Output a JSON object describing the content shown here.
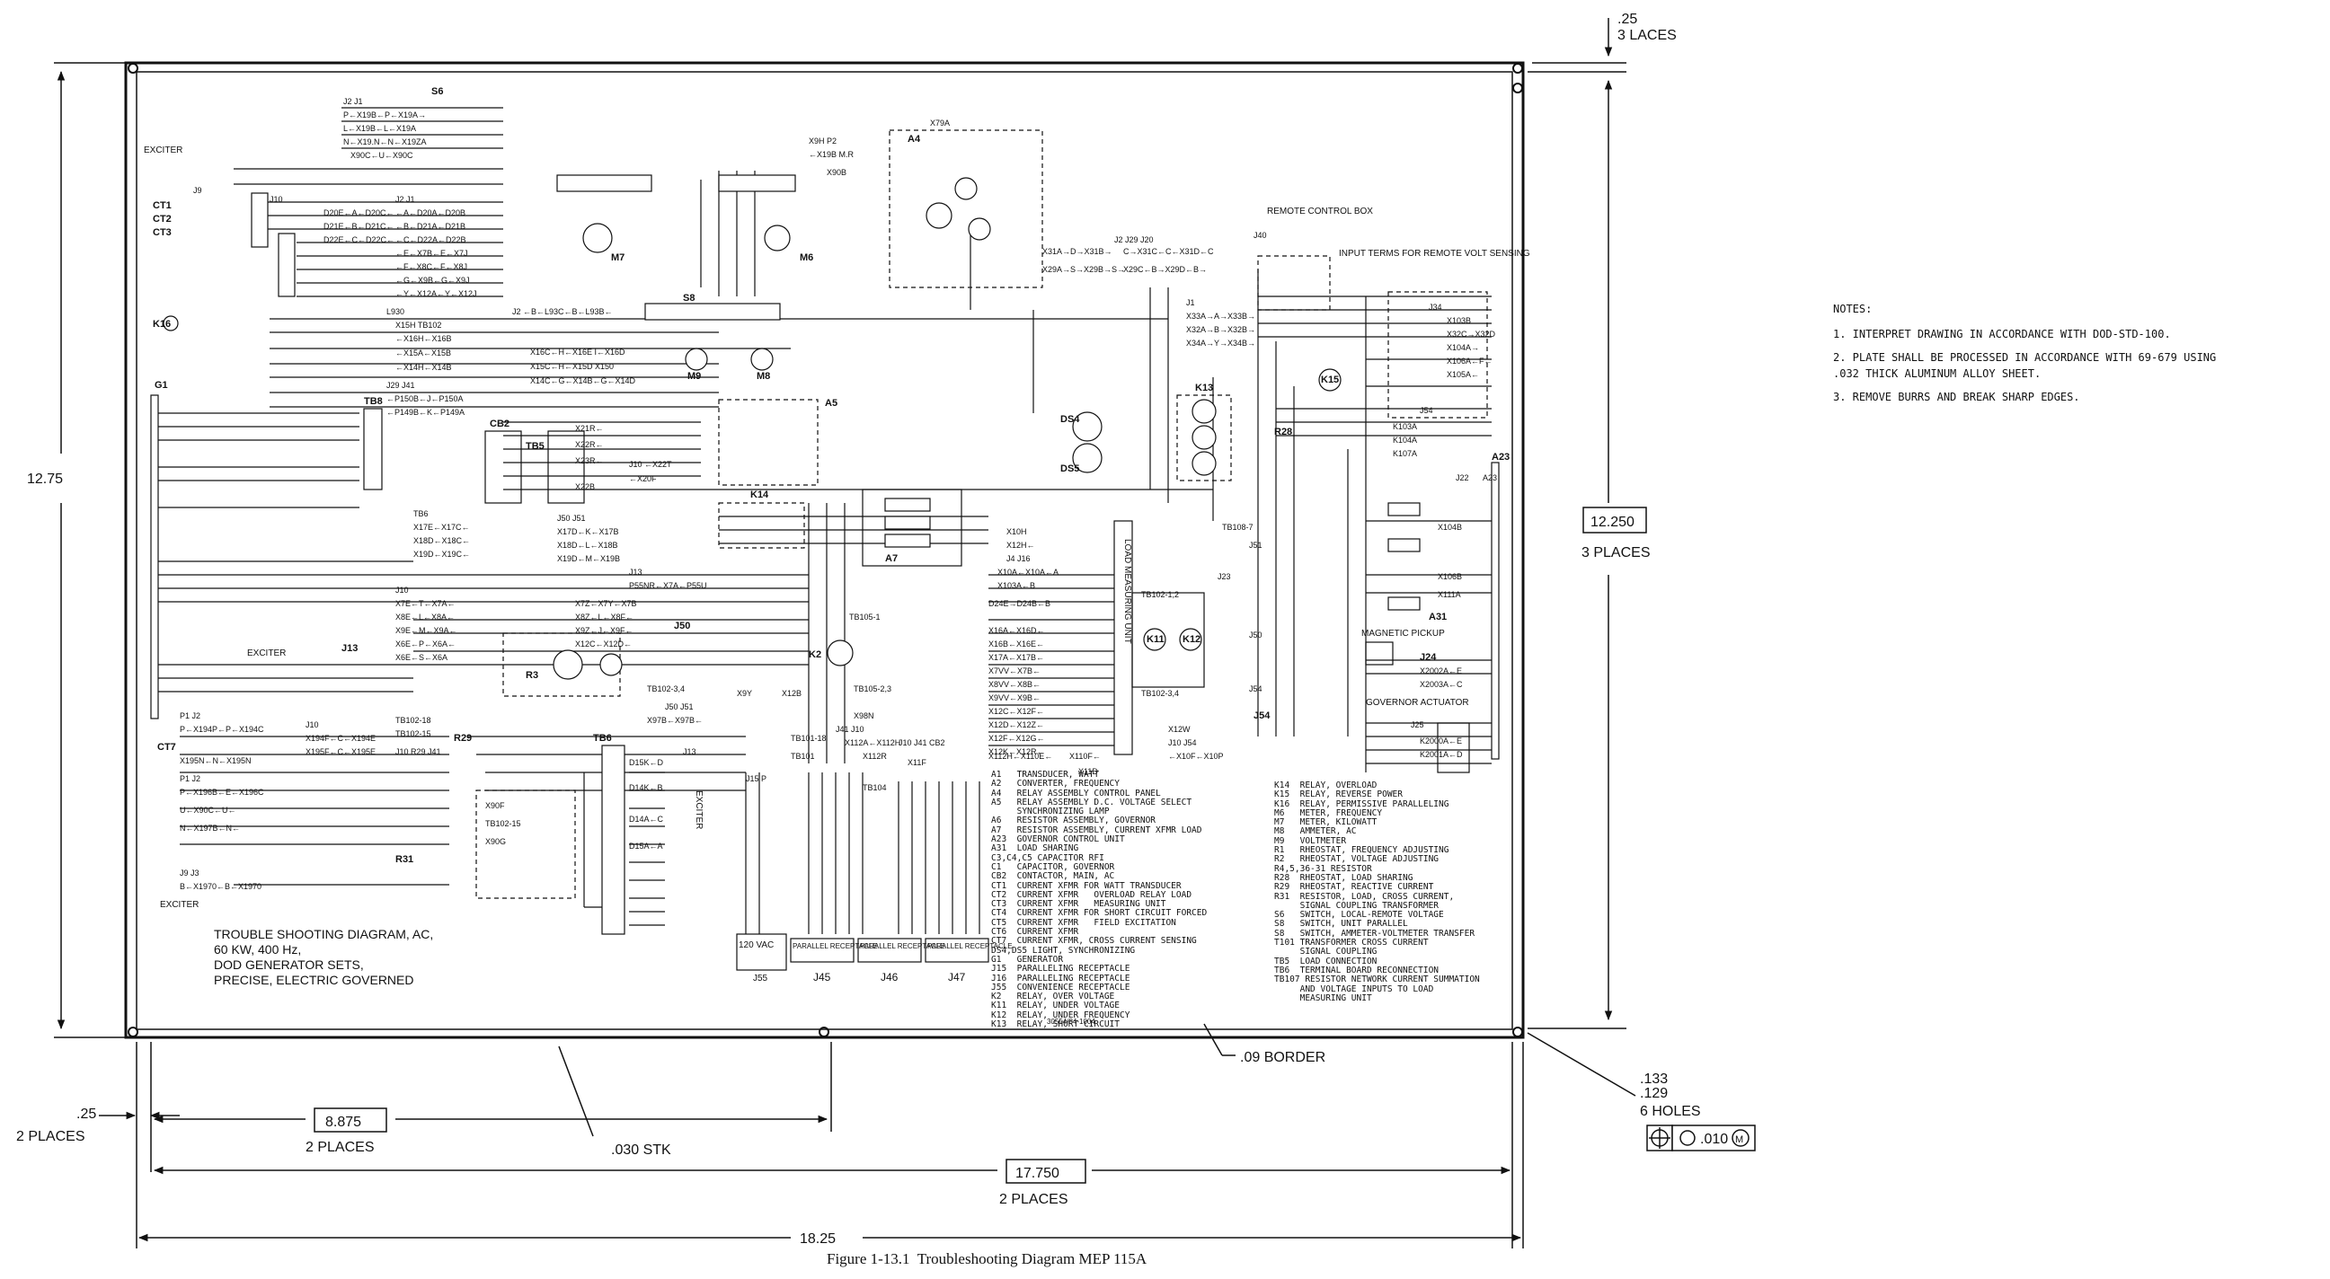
{
  "caption": "Figure 1-13.1  Troubleshooting Diagram MEP 115A",
  "title_block": {
    "lines": [
      "TROUBLE SHOOTING DIAGRAM, AC,",
      "60 KW, 400 Hz,",
      "DOD GENERATOR SETS,",
      "PRECISE, ELECTRIC GOVERNED"
    ]
  },
  "notes": {
    "heading": "NOTES:",
    "items": [
      "1.  INTERPRET DRAWING IN ACCORDANCE WITH DOD-STD-100.",
      "2.  PLATE SHALL BE PROCESSED IN ACCORDANCE WITH 69-679 USING",
      "     .032 THICK ALUMINUM ALLOY SHEET.",
      "3.  REMOVE BURRS AND BREAK SHARP EDGES."
    ]
  },
  "dimensions": {
    "laces_value": ".25",
    "laces_label": "3  LACES",
    "height_total": "12.75",
    "inner_height": "12.250",
    "inner_height_note": "3 PLACES",
    "left_margin": ".25",
    "left_margin_note": "2 PLACES",
    "half_width": "8.875",
    "half_width_note": "2 PLACES",
    "inner_width": "17.750",
    "inner_width_note": "2 PLACES",
    "total_width": "18.25",
    "stk": ".030 STK",
    "border": ".09 BORDER",
    "hole_upper": ".133",
    "hole_lower": ".129",
    "hole_count": "6 HOLES",
    "tolerance": ".010",
    "tolerance_modifier": "M"
  },
  "components_left": [
    "A1   TRANSDUCER, WATT",
    "A2   CONVERTER, FREQUENCY",
    "A4   RELAY ASSEMBLY CONTROL PANEL",
    "A5   RELAY ASSEMBLY D.C. VOLTAGE SELECT",
    "     SYNCHRONIZING LAMP",
    "A6   RESISTOR ASSEMBLY, GOVERNOR",
    "A7   RESISTOR ASSEMBLY, CURRENT XFMR LOAD",
    "A23  GOVERNOR CONTROL UNIT",
    "A31  LOAD SHARING",
    "C3,C4,C5 CAPACITOR RFI",
    "C1   CAPACITOR, GOVERNOR",
    "CB2  CONTACTOR, MAIN, AC",
    "CT1  CURRENT XFMR FOR WATT TRANSDUCER",
    "CT2  CURRENT XFMR   OVERLOAD RELAY LOAD",
    "CT3  CURRENT XFMR   MEASURING UNIT",
    "CT4  CURRENT XFMR FOR SHORT CIRCUIT FORCED",
    "CT5  CURRENT XFMR   FIELD EXCITATION",
    "CT6  CURRENT XFMR",
    "CT7  CURRENT XFMR, CROSS CURRENT SENSING",
    "DS4,DS5 LIGHT, SYNCHRONIZING",
    "G1   GENERATOR",
    "J15  PARALLELING RECEPTACLE",
    "J16  PARALLELING RECEPTACLE",
    "J55  CONVENIENCE RECEPTACLE",
    "K2   RELAY, OVER VOLTAGE",
    "K11  RELAY, UNDER VOLTAGE",
    "K12  RELAY, UNDER FREQUENCY",
    "K13  RELAY, SHORT CIRCUIT"
  ],
  "components_right": [
    "K14  RELAY, OVERLOAD",
    "K15  RELAY, REVERSE POWER",
    "K16  RELAY, PERMISSIVE PARALLELING",
    "M6   METER, FREQUENCY",
    "M7   METER, KILOWATT",
    "M8   AMMETER, AC",
    "M9   VOLTMETER",
    "R1   RHEOSTAT, FREQUENCY ADJUSTING",
    "R2   RHEOSTAT, VOLTAGE ADJUSTING",
    "R4,5,36-31 RESISTOR",
    "R28  RHEOSTAT, LOAD SHARING",
    "R29  RHEOSTAT, REACTIVE CURRENT",
    "R31  RESISTOR, LOAD, CROSS CURRENT,",
    "     SIGNAL COUPLING TRANSFORMER",
    "S6   SWITCH, LOCAL-REMOTE VOLTAGE",
    "S8   SWITCH, UNIT PARALLEL",
    "S8   SWITCH, AMMETER-VOLTMETER TRANSFER",
    "T101 TRANSFORMER CROSS CURRENT",
    "     SIGNAL COUPLING",
    "TB5  LOAD CONNECTION",
    "TB6  TERMINAL BOARD RECONNECTION",
    "TB107 RESISTOR NETWORK CURRENT SUMMATION",
    "     AND VOLTAGE INPUTS TO LOAD",
    "     MEASURING UNIT"
  ],
  "labels": {
    "exciter_1": "EXCITER",
    "exciter_2": "EXCITER",
    "exciter_3": "EXCITER",
    "exciter_vert": "EXCITER",
    "remote_box": "REMOTE CONTROL BOX",
    "input_terms": "INPUT TERMS FOR REMOTE VOLT SENSING",
    "magnetic_pickup": "MAGNETIC PICKUP",
    "governor_actuator": "GOVERNOR ACTUATOR",
    "load_measuring": "LOAD MEASURING UNIT",
    "parallel_1": "PARALLEL RECEPTACLE",
    "parallel_2": "PARALLEL RECEPTACLE",
    "parallel_3": "PARALLEL RECEPTACLE",
    "vac": "120 VAC",
    "j45": "J45",
    "j46": "J46",
    "j47": "J47",
    "j55": "J55",
    "drawing_no": "30554/84-1004",
    "g1": "G1",
    "a4": "A4",
    "a5": "A5",
    "a7": "A7",
    "k14": "K14",
    "k16": "K16",
    "k2": "K2",
    "k11": "K11",
    "k12": "K12",
    "k13": "K13",
    "k15": "K15",
    "m6": "M6",
    "m7": "M7",
    "m8": "M8",
    "m9": "M9",
    "cb2": "CB2",
    "tb5": "TB5",
    "tb6": "TB6",
    "tb8": "TB8",
    "r3": "R3",
    "r28": "R28",
    "r29": "R29",
    "r31": "R31",
    "a23": "A23",
    "a31": "A31",
    "j24": "J24",
    "j25": "J25",
    "j54": "J54",
    "ds4": "DS4",
    "ds5": "DS5",
    "ct1": "CT1",
    "ct2": "CT2",
    "ct3": "CT3",
    "ct7": "CT7",
    "s6": "S6",
    "s8": "S8",
    "j13": "J13",
    "j50": "J50"
  }
}
